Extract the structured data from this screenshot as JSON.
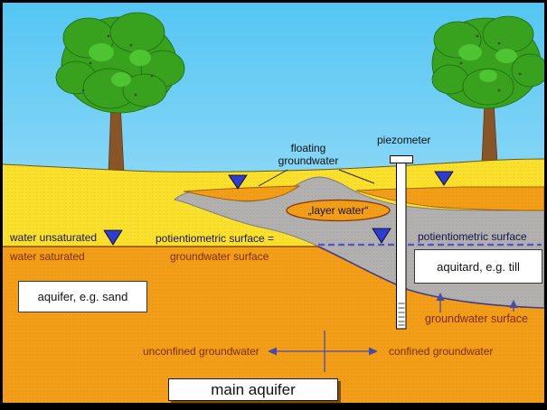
{
  "diagram": {
    "type": "hydrogeology-groundwater-schematic",
    "labels": {
      "floating_groundwater_line1": "floating",
      "floating_groundwater_line2": "groundwater",
      "piezometer": "piezometer",
      "layer_water": "„layer water“",
      "water_unsaturated": "water unsaturated",
      "water_saturated": "water saturated",
      "potentiometric_left": "potientiometric surface =",
      "groundwater_surface_left": "groundwater surface",
      "potentiometric_right": "potientiometric surface",
      "aquitard_box": "aquitard, e.g. till",
      "aquifer_box": "aquifer, e.g. sand",
      "groundwater_surface_right": "groundwater surface",
      "unconfined_groundwater": "unconfined groundwater",
      "confined_groundwater": "confined groundwater",
      "main_aquifer": "main aquifer"
    },
    "colors": {
      "sky_top": "#54c6f3",
      "sky_bottom": "#def4fd",
      "sand_unsaturated_yellow": "#ffe42e",
      "sand_saturated_orange": "#f5a018",
      "till_gray": "#b3b3b3",
      "water_marker_blue": "#2e3cd4",
      "potentiometric_dash_blue": "#5252cf",
      "groundwater_curve_purple": "#463a80",
      "navy_text": "#14144e",
      "maroon_text": "#7d2a00",
      "tree_green": "#38a11e",
      "trunk_brown": "#8a5526"
    }
  }
}
